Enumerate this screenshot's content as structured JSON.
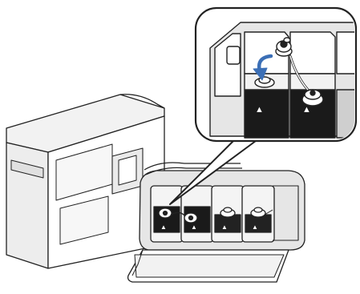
{
  "figure": {
    "printer_body": "printer-body",
    "ink_tank_unit": "ink-tank-unit",
    "tank_lid": "tank-lid-open",
    "zoom_callout": "zoom-callout",
    "rotation_arrow": "curved-arrow-icon",
    "tank_triangle_marks": [
      "▲",
      "▲",
      "▲",
      "▲"
    ],
    "line_color": "#222222",
    "fill_gray": "#d9d9d9",
    "dark_fill": "#1a1a1a",
    "accent_color": "#3b6fb6"
  }
}
